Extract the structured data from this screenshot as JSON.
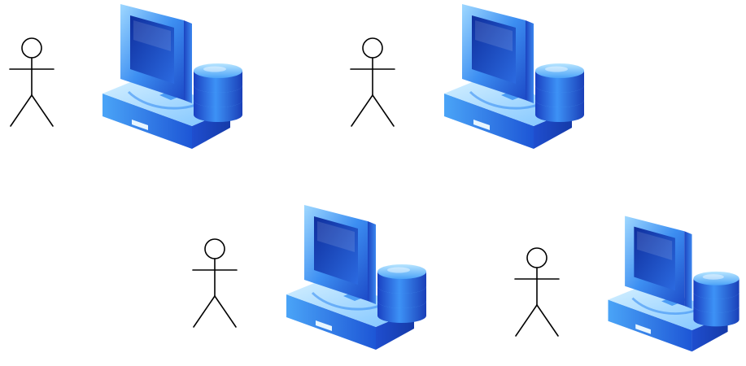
{
  "canvas": {
    "background": "#ffffff"
  },
  "palette": {
    "stroke": "#000000",
    "blue_dark": "#1a3fc4",
    "blue_mid": "#2f7ff0",
    "blue_light": "#8fd0ff",
    "blue_pale": "#cdeeff",
    "screen": "#1e4fd0"
  },
  "groups": [
    {
      "id": "group-1",
      "actor": "stick-figure-icon",
      "device": "computer-database-icon"
    },
    {
      "id": "group-2",
      "actor": "stick-figure-icon",
      "device": "computer-database-icon"
    },
    {
      "id": "group-3",
      "actor": "stick-figure-icon",
      "device": "computer-database-icon"
    },
    {
      "id": "group-4",
      "actor": "stick-figure-icon",
      "device": "computer-database-icon"
    }
  ]
}
